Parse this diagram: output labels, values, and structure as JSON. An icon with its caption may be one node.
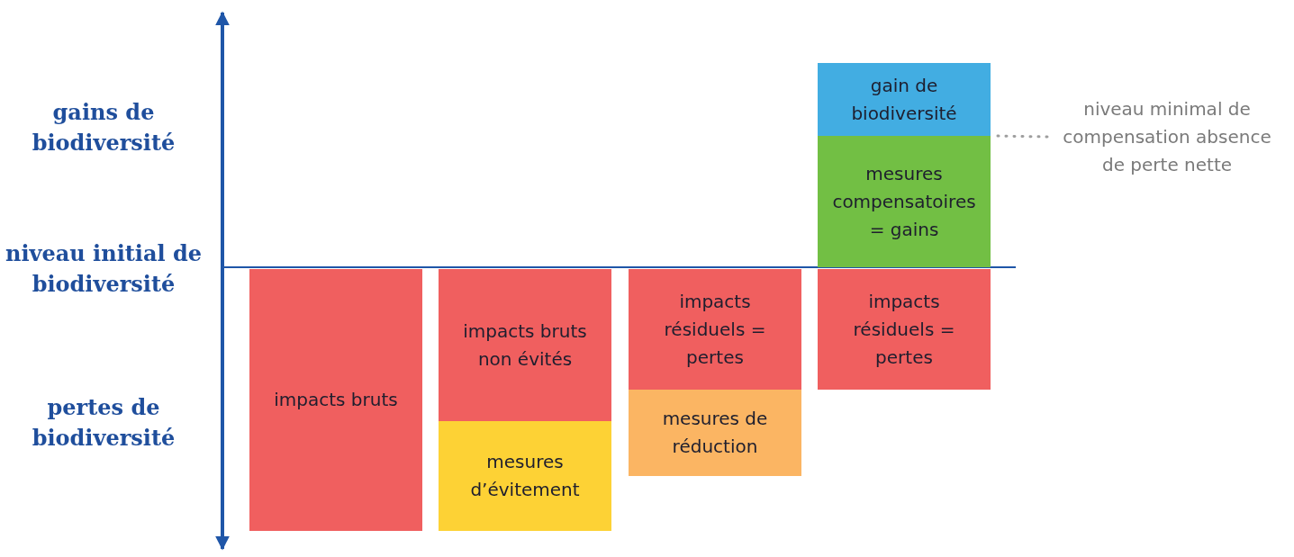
{
  "diagram": {
    "nodes": [
      {
        "text": [
          "impacts bruts"
        ]
      },
      {
        "text": [
          "impacts bruts non évités"
        ]
      },
      {
        "text": [
          "mesures d’évitement"
        ]
      },
      {
        "text": [
          "impacts résiduels = pertes"
        ]
      },
      {
        "text": [
          "mesures de réduction"
        ]
      },
      {
        "text": [
          "gain de biodiversité"
        ]
      },
      {
        "text": [
          "mesures compensatoires = gains"
        ]
      },
      {
        "text": [
          "impacts résiduels = pertes"
        ]
      },
      {
        "text": [
          "niveau minimal de compensation absence de perte nette"
        ]
      }
    ],
    "edges": [
      {
        "from": 8,
        "to": 5,
        "arrow": "none",
        "style": "dashed",
        "color": "#9e9e9e"
      }
    ],
    "labels": [
      "gains de biodiversité",
      "niveau initial de biodiversité",
      "pertes de biodiversité"
    ]
  }
}
